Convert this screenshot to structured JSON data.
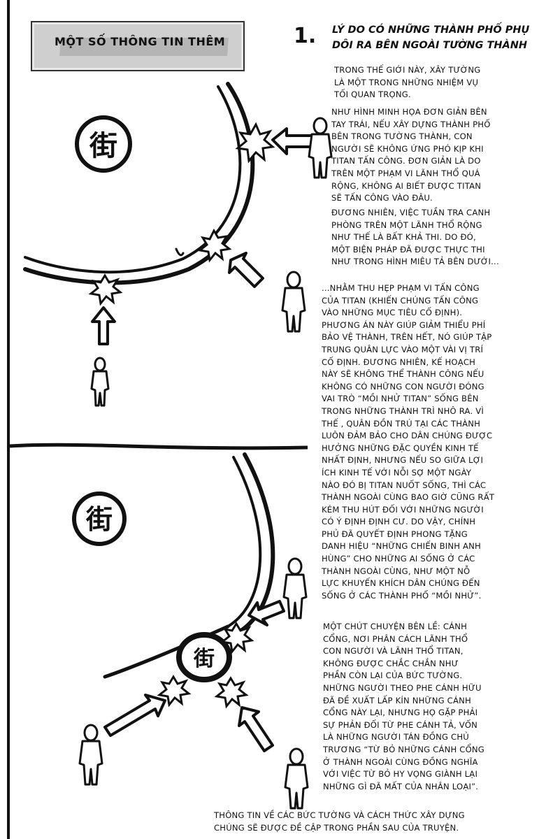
{
  "header": {
    "banner_title": "MỘT SỐ THÔNG TIN THÊM",
    "section_number": "1.",
    "section_title_line1": "LÝ DO CÓ NHỮNG THÀNH PHỐ PHỤ",
    "section_title_line2": "DÔI RA BÊN NGOÀI TƯỜNG THÀNH"
  },
  "illustrations": {
    "city_glyph": "街",
    "icons": [
      "wall-circle",
      "attack-burst-icon",
      "arrow-icon",
      "person-figure-icon"
    ]
  },
  "paragraphs": {
    "p1": "Trong thế giới này, xây tường\nlà một trong những nhiệm vụ\ntối quan trọng.",
    "p2": "Như hình minh họa đơn giản bên\ntay trái, nếu xây dựng thành phố\nbên trong tường thành, con\nngười sẽ không ứng phó kịp khi\ntitan tấn công. Đơn giản là do\ntrên một phạm vi lãnh thổ quá\nrộng, không ai biết được titan\nsẽ tấn công vào đâu.",
    "p3": "Đương nhiên, việc tuần tra canh\nphòng trên một lãnh thổ rộng\nnhư thế là bất khả thi. Do đó,\nmột biện pháp đã được thực thi\nnhư trong hình miêu tả bên dưới...",
    "p4": "...nhằm thu hẹp phạm vi tấn công\ncủa titan (khiến chúng tấn công\nvào những mục tiêu cố định).\nPhương án này giúp giảm thiểu phí\nbảo vệ thành, trên hết, nó giúp tập\ntrung quân lực vào một vài vị trí\ncố định. Đương nhiên, kế hoạch\nnày sẽ không thể thành công nếu\nkhông có những con người đóng\nvai trò “mồi nhử titan” sống bên\ntrong những thành trì nhô ra. Vì\nthế , quân đồn trú tại các thành\nluôn đảm bảo cho dân chúng được\nhưởng những đặc quyền kinh tế\nnhất định, nhưng nếu so giữa lợi\ních kinh tế với nỗi sợ một ngày\nnào đó bị titan nuốt sống, thì các\nthành ngoài cùng bao giờ cũng rất\nkém thu hút đối với những người\ncó ý định định cư. Do vậy, chính\nphủ đã quyết định phong tặng\ndanh hiệu “Những chiến binh anh\nhùng” cho những ai sống ở các\nthành ngoài cùng, như một nỗ\nlực khuyến khích dân chúng đến\nsống ở các thành phố “mồi nhử”.",
    "p5": "Một chút chuyện bên lề: cánh\ncổng, nơi phân cách lãnh thổ\ncon người và lãnh thổ titan,\nkhông được chắc chắn như\nphần còn lại của bức tường.\nNhững người theo phe cánh hữu\nđã đề xuất lấp kín những cánh\ncổng này lại, nhưng họ gặp phải\nsự phản đối từ phe cánh tả, vốn\nlà những người tán đồng chủ\ntrương “từ bỏ những cánh cổng\nở thành ngoài cùng đồng nghĩa\nvới việc từ bỏ hy vọng giành lại\nnhững gì đã mất của nhân loại”.",
    "p6": "Thông tin về các bức tường và cách thức xây dựng\nchúng sẽ được đề cập trong phần sau của truyện."
  }
}
